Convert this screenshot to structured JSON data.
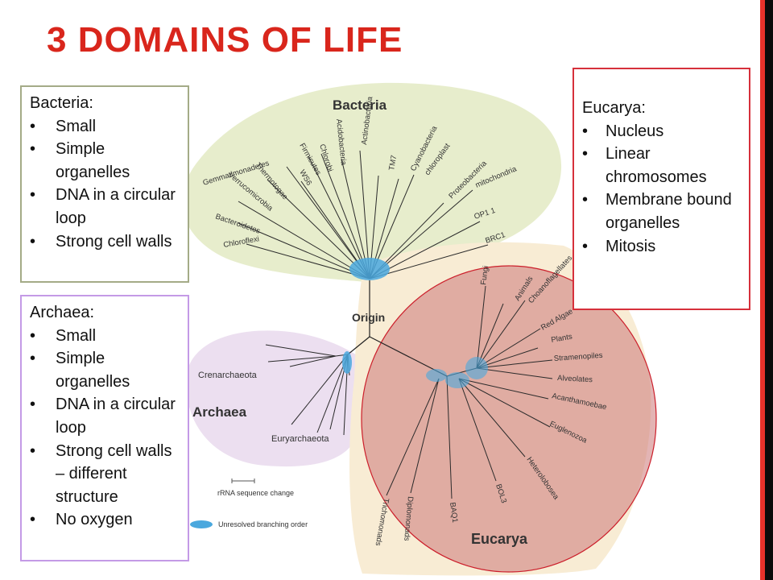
{
  "slide": {
    "title": "3 DOMAINS OF LIFE",
    "accent_color": "#d9261c",
    "side_bar_colors": [
      "#e8322b",
      "#0b0b0b"
    ]
  },
  "bacteria_box": {
    "heading": "Bacteria:",
    "items": [
      "Small",
      "Simple organelles",
      "DNA in a circular loop",
      "Strong cell walls"
    ]
  },
  "archaea_box": {
    "heading": "Archaea:",
    "items": [
      "Small",
      "Simple organelles",
      "DNA in a circular loop",
      "Strong cell walls – different structure",
      "No oxygen"
    ]
  },
  "eucarya_box": {
    "heading": "Eucarya:",
    "items": [
      "Nucleus",
      "Linear chromosomes",
      "Membrane bound organelles",
      "Mitosis"
    ]
  },
  "tree": {
    "bacteria_title": "Bacteria",
    "archaea_title": "Archaea",
    "eucarya_title": "Eucarya",
    "origin_label": "Origin",
    "bacteria_taxa": [
      "Chloroflexi",
      "Bacteroidetes",
      "Gemmatimonadetes",
      "Verrucomicrobia",
      "Thermotogae",
      "WS6",
      "Firmicutes",
      "Chlorobi",
      "Acidobacteria",
      "Actinobacteria",
      "TM7",
      "Cyanobacteria",
      "chloroplast",
      "Proteobacteria",
      "mitochondria",
      "OP1 1",
      "BRC1"
    ],
    "archaea_taxa": [
      "Crenarchaeota",
      "Euryarchaeota"
    ],
    "eucarya_taxa": [
      "Fungi",
      "Animals",
      "Choanoflagellates",
      "Red Algae",
      "Plants",
      "Stramenopiles",
      "Alveolates",
      "Acanthamoebae",
      "Euglenozoa",
      "Heterolobosea",
      "BOL3",
      "BAQ1",
      "Diplomonads",
      "Trichomonads"
    ],
    "scale_label": "rRNA sequence change",
    "unresolved_label": "Unresolved branching order",
    "colors": {
      "bacteria_region": "#e7edcc",
      "archaea_region": "#ecdff0",
      "eucarya_region": "#f8ecd4",
      "eucarya_circle": "#cf7d7d",
      "unresolved_marker": "#4aa8de"
    }
  }
}
